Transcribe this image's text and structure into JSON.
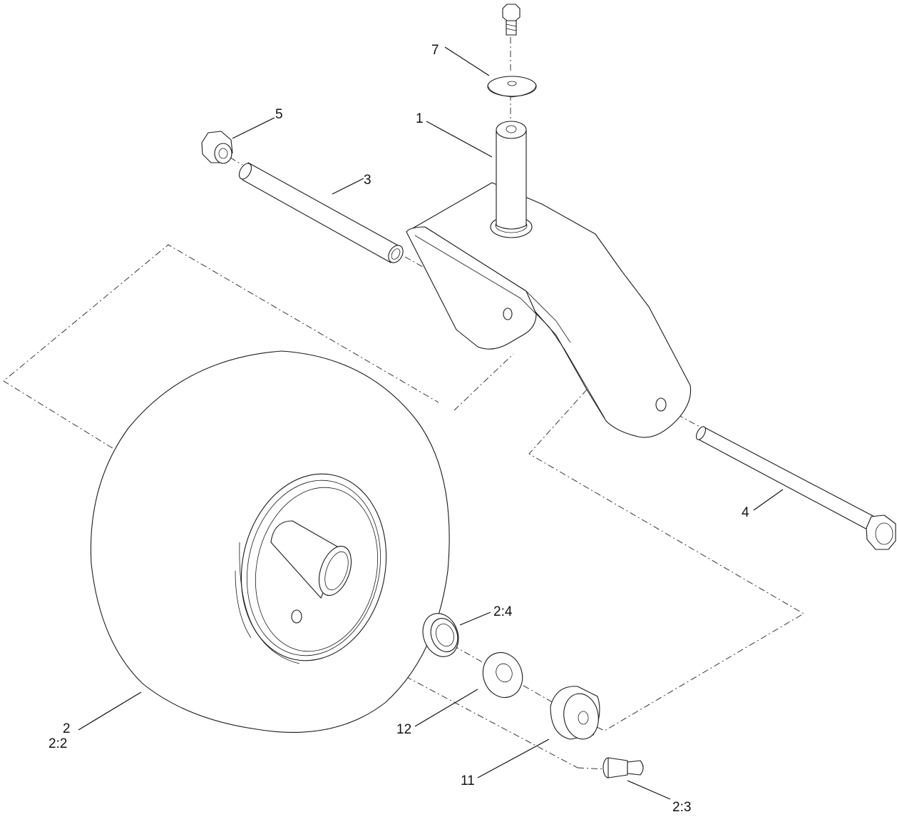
{
  "callouts": {
    "c1": "1",
    "c2": "2",
    "c2_2": "2:2",
    "c2_3": "2:3",
    "c2_4": "2:4",
    "c3": "3",
    "c4": "4",
    "c5": "5",
    "c7": "7",
    "c11": "11",
    "c12": "12"
  }
}
